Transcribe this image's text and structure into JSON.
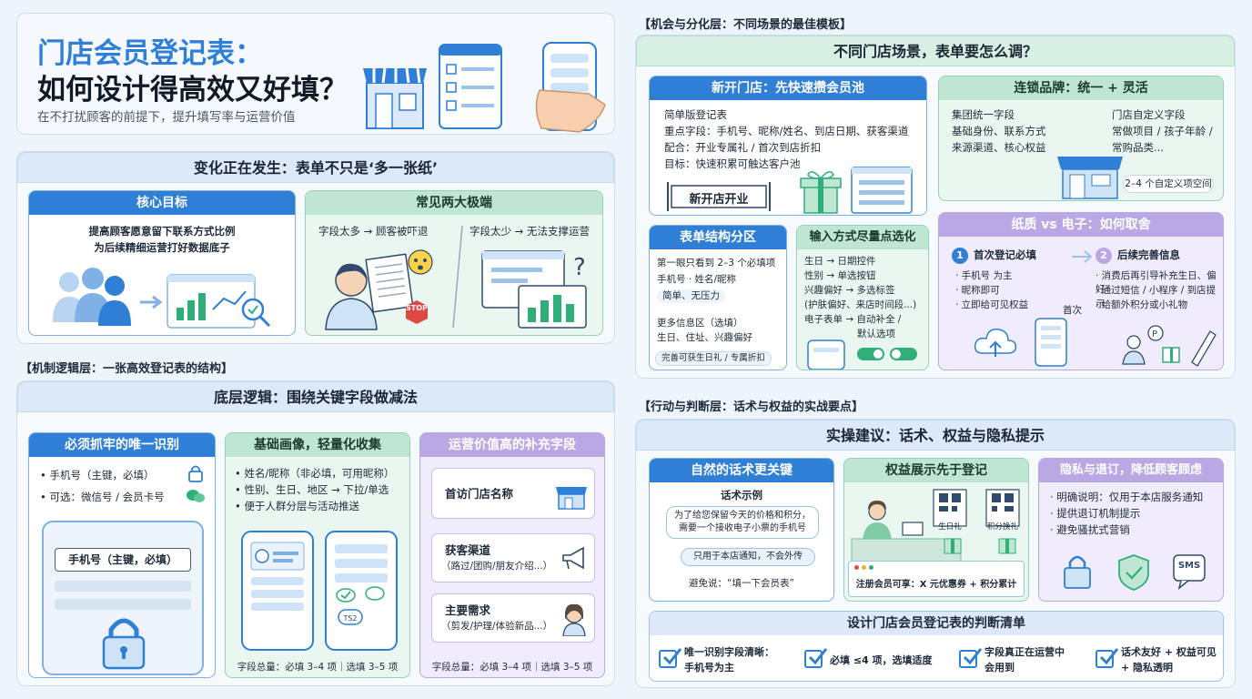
{
  "header": {
    "title_line1": "门店会员登记表：",
    "title_line2": "如何设计得高效又好填？",
    "subtitle": "在不打扰顾客的前提下，提升填写率与运营价值"
  },
  "change": {
    "band": "变化正在发生：表单不只是‘多一张纸’",
    "core_goal": {
      "title": "核心目标",
      "line1": "提高顾客愿意留下联系方式比例",
      "line2": "为后续精细运营打好数据底子"
    },
    "extremes": {
      "title": "常见两大极端",
      "left": "字段太多 → 顾客被吓退",
      "right": "字段太少 → 无法支撑运营",
      "stop": "STOP"
    }
  },
  "mechanism": {
    "label": "【机制逻辑层：一张高效登记表的结构】",
    "band": "底层逻辑：围绕关键字段做减法",
    "unique_id": {
      "title": "必须抓牢的唯一识别",
      "item1": "手机号（主键，必填）",
      "item2": "可选：微信号 / 会员卡号",
      "field": "手机号（主键，必填）"
    },
    "basic": {
      "title": "基础画像，轻量化收集",
      "item1": "姓名/昵称（非必填，可用昵称）",
      "item2": "性别、生日、地区 → 下拉/单选",
      "item3": "便于人群分层与活动推送",
      "tag": "TS2",
      "footer": "字段总量：必填 3–4 项｜选填 3–5 项"
    },
    "extra": {
      "title": "运营价值高的补充字段",
      "item1": "首访门店名称",
      "item2_title": "获客渠道",
      "item2_sub": "（路过/团购/朋友介绍...）",
      "item3_title": "主要需求",
      "item3_sub": "（剪发/护理/体验新品...）",
      "footer": "字段总量：必填 3–4 项｜选填 3–5 项"
    }
  },
  "scenes": {
    "label": "【机会与分化层：不同场景的最佳模板】",
    "band": "不同门店场景，表单要怎么调？",
    "new_store": {
      "title": "新开门店：先快速攒会员池",
      "l1": "简单版登记表",
      "l2": "重点字段：手机号、昵称/姓名、到店日期、获客渠道",
      "l3": "配合：开业专属礼 / 首次到店折扣",
      "l4": "目标：快速积累可触达客户池",
      "banner": "新开店开业"
    },
    "chain": {
      "title": "连锁品牌：统一 + 灵活",
      "left1": "集团统一字段",
      "left2": "基础身份、联系方式",
      "left3": "来源渠道、核心权益",
      "right1": "门店自定义字段",
      "right2": "常做项目 / 孩子年龄 /",
      "right3": "常购品类...",
      "pill": "2–4 个自定义项空间"
    },
    "structure": {
      "title": "表单结构分区",
      "l1": "第一眼只看到 2–3 个必填项",
      "l2": "手机号  ·  姓名/昵称",
      "l3": "简单、无压力",
      "l4": "更多信息区（选填）",
      "l5": "生日、住址、兴趣偏好",
      "l6": "完善可获生日礼 / 专属折扣"
    },
    "input": {
      "title": "输入方式尽量点选化",
      "l1": "生日 → 日期控件",
      "l2": "性别 → 单选按钮",
      "l3": "兴趣偏好 → 多选标签",
      "l4": "(护肤偏好、来店时间段...)",
      "l5": "电子表单 → 自动补全 /",
      "l6": "默认选项"
    },
    "paper": {
      "title": "纸质 vs 电子：如何取舍",
      "step1": "首次登记必填",
      "s1a": "· 手机号 为主",
      "s1b": "· 昵称即可",
      "s1c": "· 立即给可见权益",
      "step2": "后续完善信息",
      "s2a": "· 消费后再引导补充生日、偏好",
      "s2b": "· 通过短信 / 小程序 / 到店提示",
      "s2c": "· 给额外积分或小礼物",
      "first": "首次",
      "n1": "1",
      "n2": "2"
    }
  },
  "action": {
    "label": "【行动与判断层：话术与权益的实战要点】",
    "band": "实操建议：话术、权益与隐私提示",
    "script": {
      "title": "自然的话术更关键",
      "sub": "话术示例",
      "bubble1": "为了给您保留今天的价格和积分，需要一个接收电子小票的手机号",
      "bubble2": "只用于本店通知，不会外传",
      "avoid": "避免说：“填一下会员表”"
    },
    "benefit": {
      "title": "权益展示先于登记",
      "qr1": "生日礼",
      "qr2": "积分换礼",
      "banner": "注册会员可享：X 元优惠券 + 积分累计"
    },
    "privacy": {
      "title": "隐私与退订，降低顾客顾虑",
      "l1": "· 明确说明：仅用于本店服务通知",
      "l2": "· 提供退订机制提示",
      "l3": "· 避免骚扰式营销",
      "sms": "SMS"
    },
    "checklist": {
      "title": "设计门店会员登记表的判断清单",
      "c1a": "唯一识别字段清晰：",
      "c1b": "手机号为主",
      "c2": "必填 ≤4 项，选填适度",
      "c3a": "字段真正在运营中",
      "c3b": "会用到",
      "c4a": "话术友好 + 权益可见",
      "c4b": "+ 隐私透明"
    }
  }
}
